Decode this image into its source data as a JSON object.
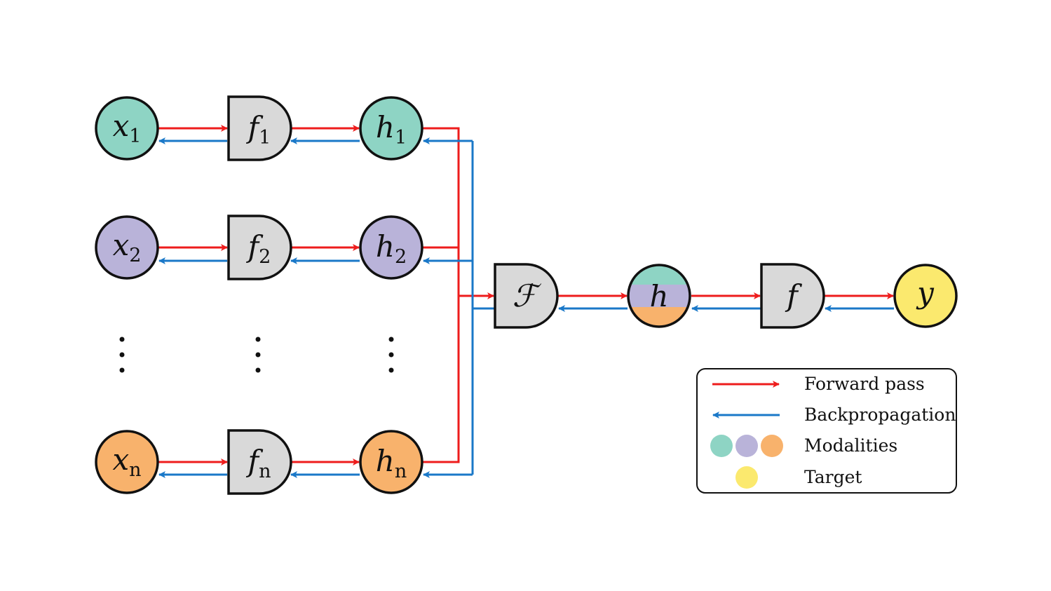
{
  "colors": {
    "forward": "#ee1c1c",
    "backward": "#1a78c8",
    "modality_1": "#8ed4c4",
    "modality_2": "#b9b3d9",
    "modality_n": "#f8b26c",
    "target": "#fbe96e",
    "block": "#d9d9d9"
  },
  "rows": [
    {
      "x": {
        "base": "x",
        "sub": "1"
      },
      "f": {
        "base": "f",
        "sub": "1"
      },
      "h": {
        "base": "h",
        "sub": "1"
      }
    },
    {
      "x": {
        "base": "x",
        "sub": "2"
      },
      "f": {
        "base": "f",
        "sub": "2"
      },
      "h": {
        "base": "h",
        "sub": "2"
      }
    },
    {
      "x": {
        "base": "x",
        "sub": "n"
      },
      "f": {
        "base": "f",
        "sub": "n"
      },
      "h": {
        "base": "h",
        "sub": "n"
      }
    }
  ],
  "fusion": {
    "label": "ℱ"
  },
  "fused": {
    "label": "h"
  },
  "head": {
    "label": "f"
  },
  "target": {
    "label": "y"
  },
  "legend": {
    "forward": "Forward pass",
    "backward": "Backpropagation",
    "modalities": "Modalities",
    "target": "Target"
  }
}
